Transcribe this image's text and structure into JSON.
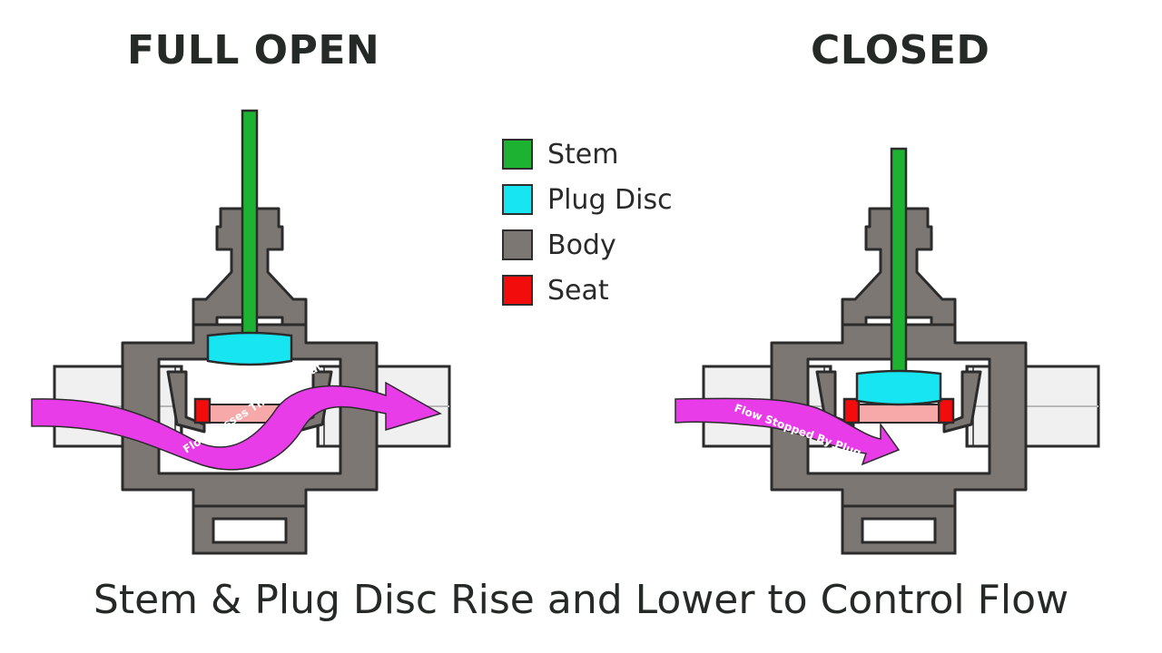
{
  "titles": {
    "open": "FULL OPEN",
    "closed": "CLOSED"
  },
  "legend": [
    {
      "label": "Stem",
      "color": "#1eb233"
    },
    {
      "label": "Plug Disc",
      "color": "#17e6f2"
    },
    {
      "label": "Body",
      "color": "#7d7773"
    },
    {
      "label": "Seat",
      "color": "#f20c0c"
    }
  ],
  "flow_labels": {
    "open": "Flow Passes Through Seat",
    "closed": "Flow Stopped By Plug"
  },
  "caption": "Stem & Plug Disc Rise and Lower to Control Flow",
  "colors": {
    "stem": "#1eb233",
    "plug": "#17e6f2",
    "body": "#7d7773",
    "seat": "#f20c0c",
    "flow": "#e83ce8",
    "pipe": "#f0f0f0"
  }
}
